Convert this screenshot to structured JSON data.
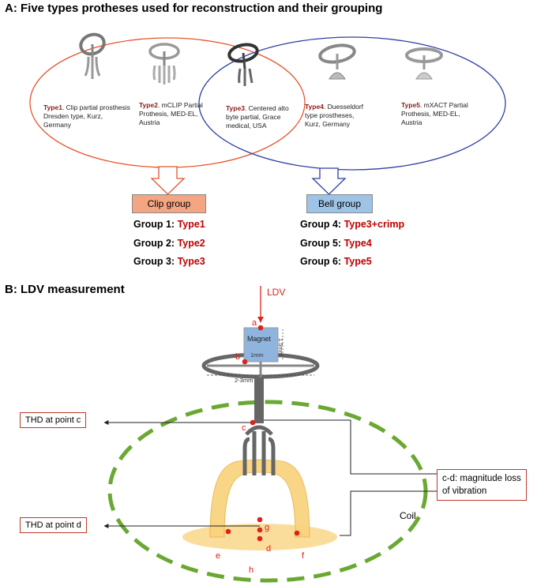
{
  "section_a": {
    "title": "A: Five types protheses used for reconstruction and their grouping",
    "types": [
      {
        "id": "Type1",
        "bold": "Type1",
        "text": ". Clip partial prosthesis Dresden type, Kurz, Germany"
      },
      {
        "id": "Type2",
        "bold": "Type2",
        "text": ". mCLIP Partial Prothesis, MED-EL, Austria"
      },
      {
        "id": "Type3",
        "bold": "Type3",
        "text": ". Centered alto byte partial, Grace medical, USA"
      },
      {
        "id": "Type4",
        "bold": "Type4",
        "text": ". Duesseldorf type prostheses, Kurz, Germany"
      },
      {
        "id": "Type5",
        "bold": "Type5",
        "text": ". mXACT Partial Prothesis, MED-EL, Austria"
      }
    ],
    "clip_group": {
      "label": "Clip group",
      "color": "#f4a582",
      "rows": [
        {
          "prefix": "Group 1: ",
          "type": "Type1"
        },
        {
          "prefix": "Group 2: ",
          "type": "Type2"
        },
        {
          "prefix": "Group 3: ",
          "type": "Type3"
        }
      ]
    },
    "bell_group": {
      "label": "Bell group",
      "color": "#9dc3e6",
      "rows": [
        {
          "prefix": "Group 4: ",
          "type": "Type3+crimp"
        },
        {
          "prefix": "Group 5: ",
          "type": "Type4"
        },
        {
          "prefix": "Group 6: ",
          "type": "Type5"
        }
      ]
    },
    "colors": {
      "clip_ellipse": "#e8542c",
      "bell_ellipse": "#2e3fa3"
    }
  },
  "section_b": {
    "title": "B: LDV measurement",
    "ldv_label": "LDV",
    "magnet_label": "Magnet",
    "dim_height": "1.5mm",
    "dim_width": "1mm",
    "dim_ring": "2-3mm",
    "points": {
      "a": "a",
      "b": "b",
      "c": "c",
      "d": "d",
      "e": "e",
      "f": "f",
      "g": "g",
      "h": "h"
    },
    "thd_c": "THD at point c",
    "thd_d": "THD at point d",
    "loss_line1": "c-d: magnitude loss",
    "loss_line2": "of vibration",
    "coil": "Coil",
    "colors": {
      "red": "#e0201a",
      "coil": "#6aa832",
      "bell": "#f9d27a",
      "magnet": "#8fb4dd"
    }
  }
}
